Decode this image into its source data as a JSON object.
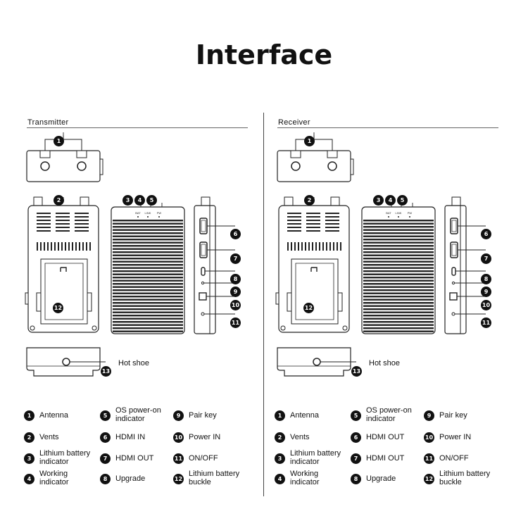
{
  "page": {
    "title": "Interface"
  },
  "transmitter": {
    "heading": "Transmitter",
    "hotshoe": "Hot shoe",
    "legend": [
      {
        "n": "1",
        "text": "Antenna"
      },
      {
        "n": "2",
        "text": "Vents"
      },
      {
        "n": "3",
        "text": "Lithium battery\nindicator"
      },
      {
        "n": "4",
        "text": "Working\nindicator"
      },
      {
        "n": "5",
        "text": "OS power-on\nindicator"
      },
      {
        "n": "6",
        "text": "HDMI IN"
      },
      {
        "n": "7",
        "text": "HDMI OUT"
      },
      {
        "n": "8",
        "text": "Upgrade"
      },
      {
        "n": "9",
        "text": "Pair key"
      },
      {
        "n": "10",
        "text": "Power IN"
      },
      {
        "n": "11",
        "text": "ON/OFF"
      },
      {
        "n": "12",
        "text": "Lithium battery\nbuckle"
      }
    ]
  },
  "receiver": {
    "heading": "Receiver",
    "hotshoe": "Hot  shoe",
    "legend": [
      {
        "n": "1",
        "text": "Antenna"
      },
      {
        "n": "2",
        "text": "Vents"
      },
      {
        "n": "3",
        "text": "Lithium battery\nindicator"
      },
      {
        "n": "4",
        "text": "Working\nindicator"
      },
      {
        "n": "5",
        "text": "OS power-on\nindicator"
      },
      {
        "n": "6",
        "text": "HDMI OUT"
      },
      {
        "n": "7",
        "text": "HDMI OUT"
      },
      {
        "n": "8",
        "text": "Upgrade"
      },
      {
        "n": "9",
        "text": "Pair key"
      },
      {
        "n": "10",
        "text": "Power IN"
      },
      {
        "n": "11",
        "text": "ON/OFF"
      },
      {
        "n": "12",
        "text": "Lithium battery\nbuckle"
      }
    ]
  },
  "device_labels": {
    "bat": "BAT",
    "link": "LINK",
    "pwr": "PW"
  }
}
